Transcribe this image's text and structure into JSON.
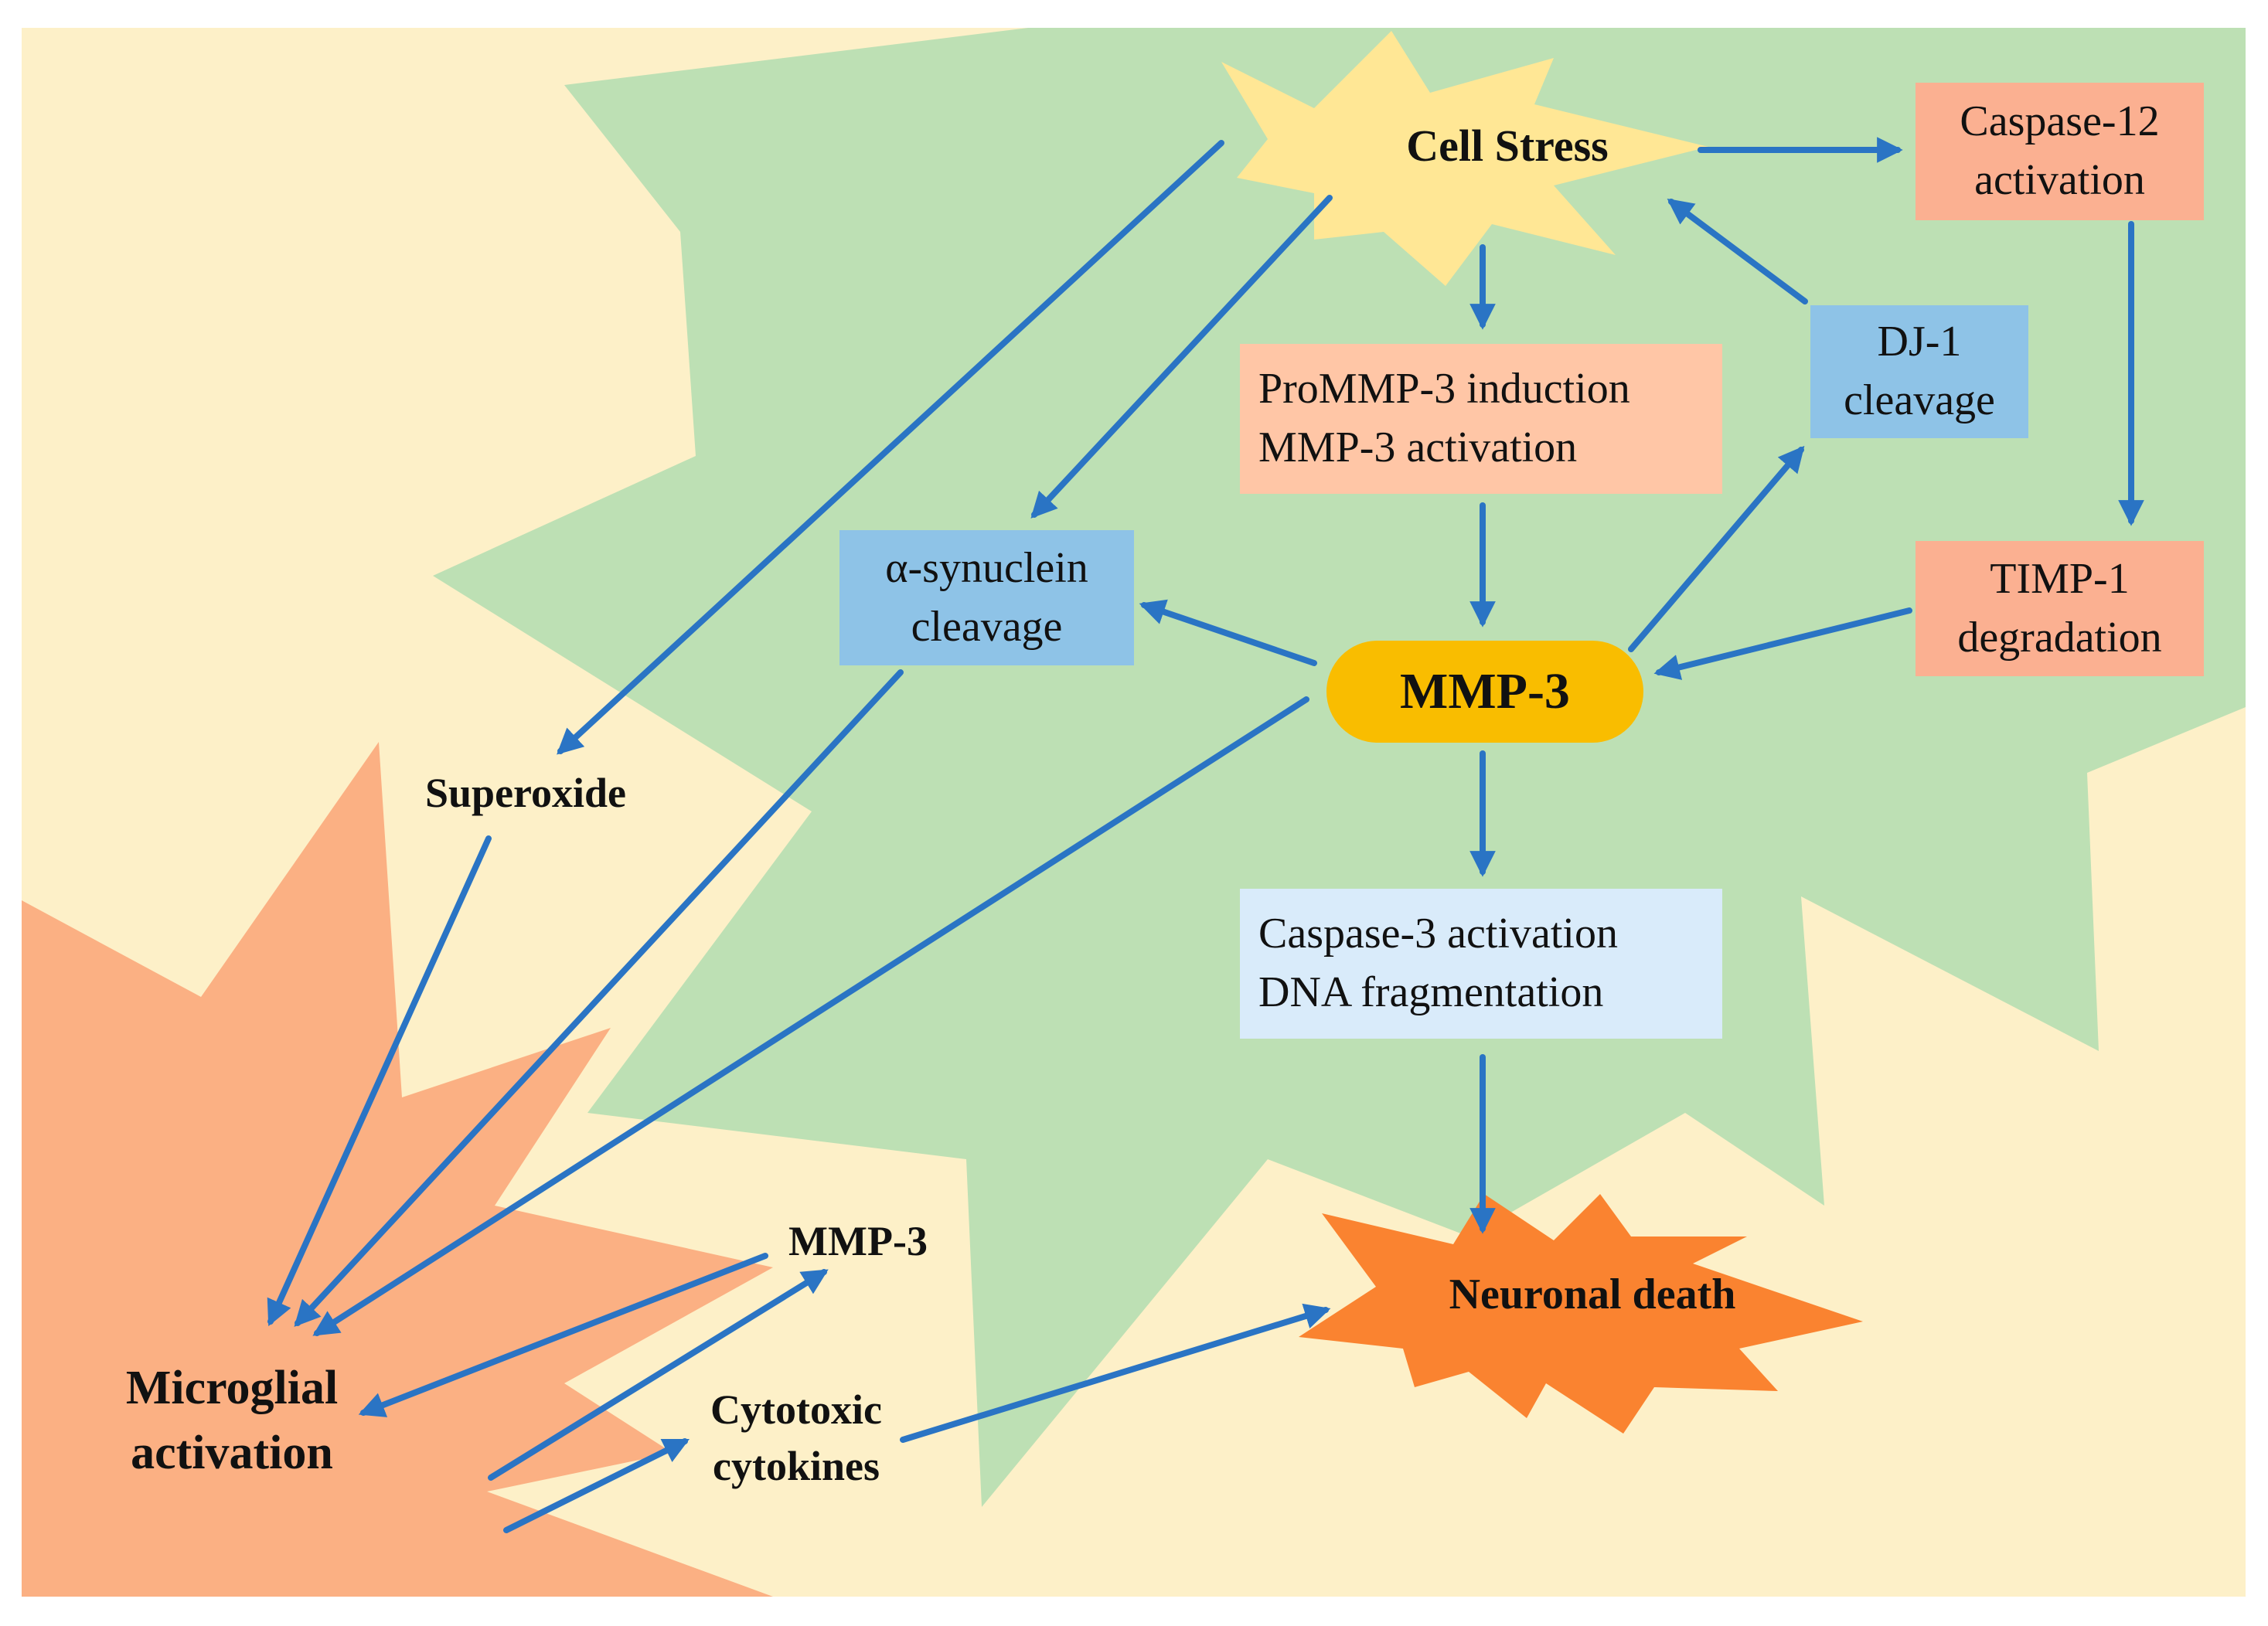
{
  "colors": {
    "page_background": "#ffffff",
    "outer_background": "#fdf0c8",
    "cell_region": "#bde0b4",
    "microglia_region": "#fbb083",
    "cell_stress_burst": "#ffe795",
    "neuronal_death_burst": "#fa8330",
    "arrow": "#2a74c4",
    "mmp3_pill": "#f9bd00",
    "salmon_box": "#ffc6a6",
    "blue_box": "#8ec3e7",
    "light_blue_box": "#d9ebfa"
  },
  "nodes": {
    "cell_stress": "Cell Stress",
    "caspase12": [
      "Caspase-12",
      "activation"
    ],
    "prommp3": [
      "ProMMP-3 induction",
      "MMP-3 activation"
    ],
    "dj1": [
      "DJ-1",
      "cleavage"
    ],
    "alpha_syn": [
      "α-synuclein",
      "cleavage"
    ],
    "timp1": [
      "TIMP-1",
      "degradation"
    ],
    "mmp3": "MMP-3",
    "caspase3": [
      "Caspase-3 activation",
      "DNA fragmentation"
    ],
    "superoxide": "Superoxide",
    "mmp3_released": "MMP-3",
    "microglial": [
      "Microglial",
      "activation"
    ],
    "cytokines": [
      "Cytotoxic",
      "cytokines"
    ],
    "neuronal_death": "Neuronal death"
  }
}
